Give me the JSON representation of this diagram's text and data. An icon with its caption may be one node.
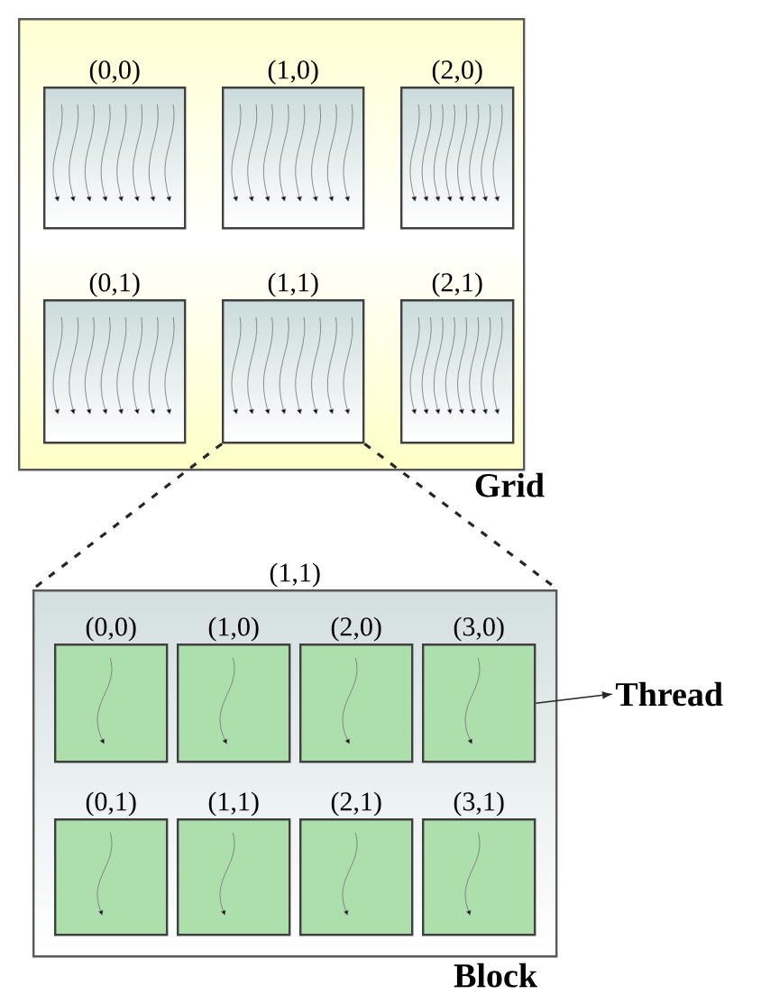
{
  "diagram": {
    "nodes": [
      {
        "text": [
          "Grid"
        ]
      },
      {
        "text": [
          "(0,0)"
        ],
        "in": 0
      },
      {
        "text": [
          "(1,0)"
        ],
        "in": 0
      },
      {
        "text": [
          "(2,0)"
        ],
        "in": 0
      },
      {
        "text": [
          "(0,1)"
        ],
        "in": 0
      },
      {
        "text": [
          "(1,1)"
        ],
        "in": 0
      },
      {
        "text": [
          "(2,1)"
        ],
        "in": 0
      },
      {
        "text": [
          "(1,1)",
          "Block"
        ]
      },
      {
        "text": [
          "(0,0)"
        ],
        "in": 7
      },
      {
        "text": [
          "(1,0)"
        ],
        "in": 7
      },
      {
        "text": [
          "(2,0)"
        ],
        "in": 7
      },
      {
        "text": [
          "(3,0)"
        ],
        "in": 7
      },
      {
        "text": [
          "(0,1)"
        ],
        "in": 7
      },
      {
        "text": [
          "(1,1)"
        ],
        "in": 7
      },
      {
        "text": [
          "(2,1)"
        ],
        "in": 7
      },
      {
        "text": [
          "(3,1)"
        ],
        "in": 7
      },
      {
        "text": [
          "Thread"
        ]
      }
    ],
    "edges": [
      {
        "from": 5,
        "to": 7,
        "arrow": "none",
        "style": "dashed"
      },
      {
        "from": 5,
        "to": 7,
        "arrow": "none",
        "style": "dashed"
      },
      {
        "from": 11,
        "to": 16,
        "arrow": "to"
      }
    ]
  }
}
